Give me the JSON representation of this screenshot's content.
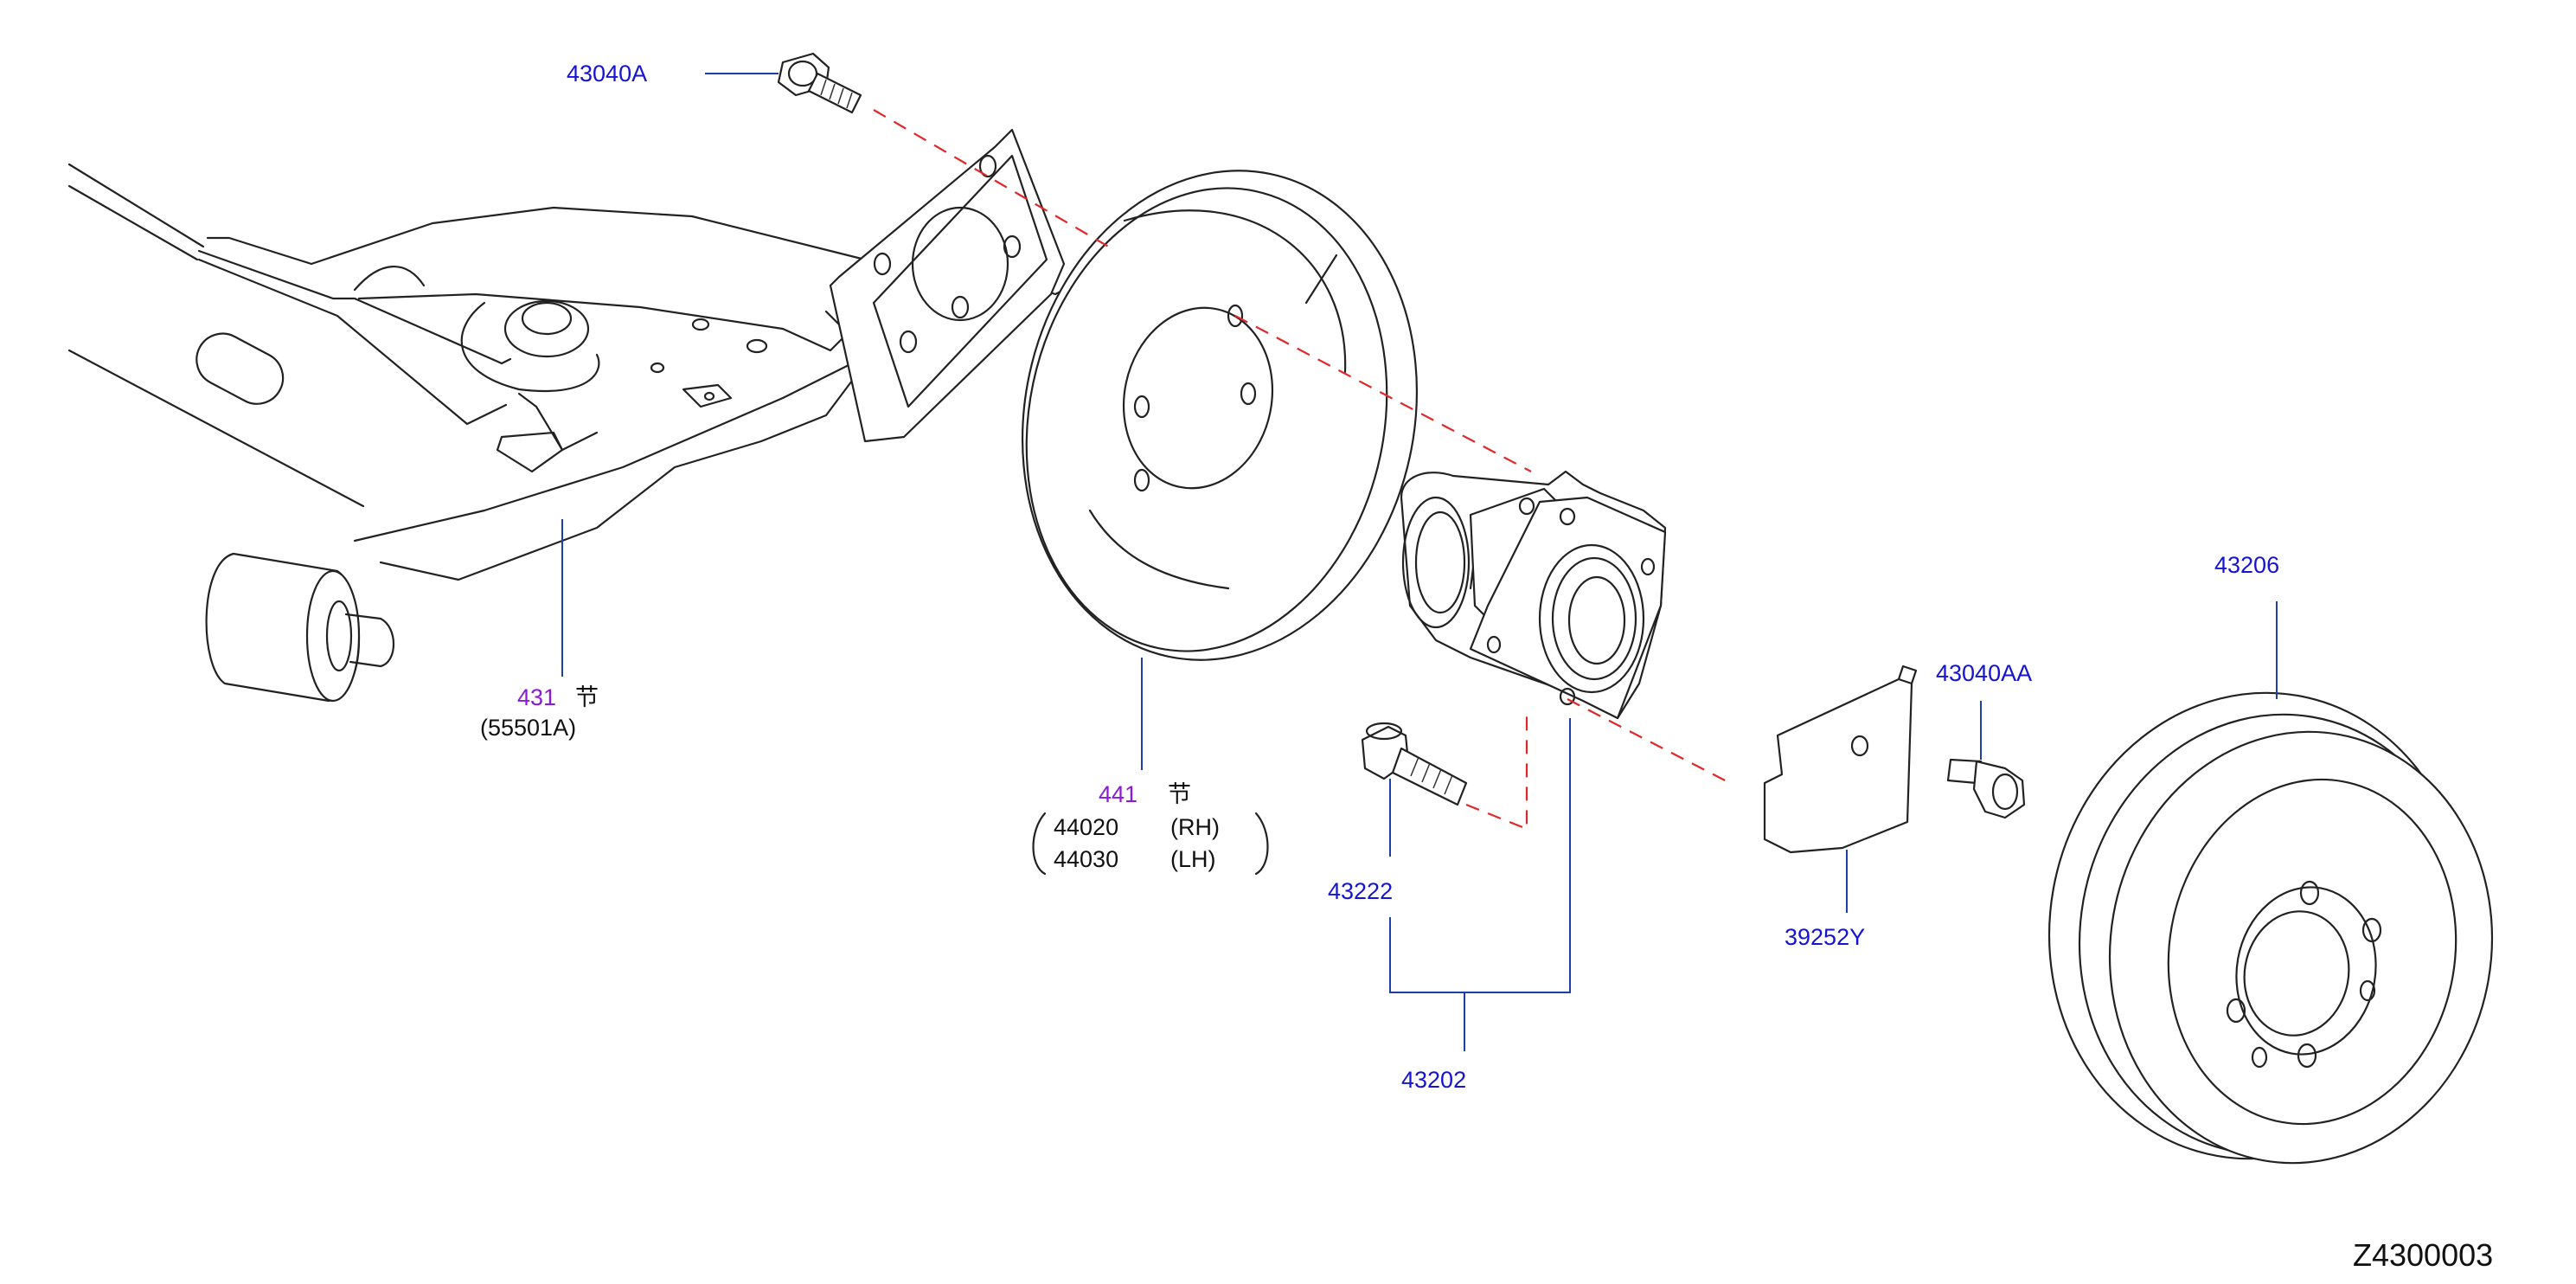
{
  "parts": {
    "bolt_upper": "43040A",
    "axle_beam_ref": "431",
    "axle_beam_mark": "节",
    "axle_beam_sub": "(55501A)",
    "backplate_ref": "441",
    "backplate_mark": "节",
    "backplate_rh_no": "44020",
    "backplate_rh_side": "(RH)",
    "backplate_lh_no": "44030",
    "backplate_lh_side": "(LH)",
    "hub_bolt": "43222",
    "hub_assembly": "43202",
    "bracket": "39252Y",
    "bolt_lower": "43040AA",
    "drum": "43206"
  },
  "diagram_code": "Z4300003",
  "colors": {
    "part_number": "#1414d2",
    "reference": "#8a1ad6",
    "leader": "#1f3fa8",
    "centerline": "#e0282b"
  }
}
